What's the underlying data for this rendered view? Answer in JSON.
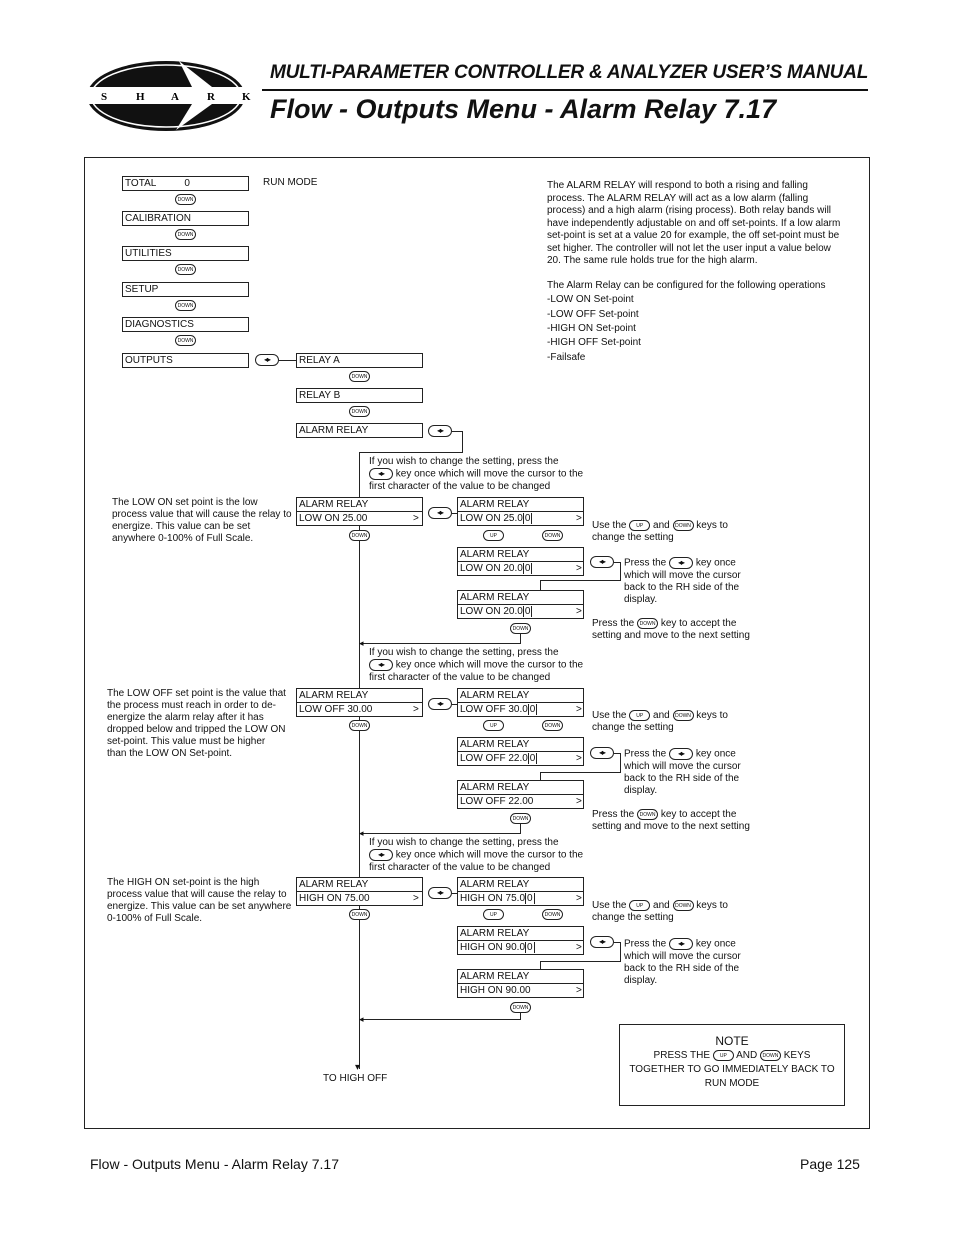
{
  "header": {
    "manual_title": "MULTI-PARAMETER CONTROLLER & ANALYZER USER’S MANUAL",
    "page_title": "Flow - Outputs Menu - Alarm Relay 7.17",
    "logo_letters": [
      "S",
      "H",
      "A",
      "R",
      "K"
    ]
  },
  "menu": {
    "total": "TOTAL",
    "total_value": "0",
    "run_mode": "RUN MODE",
    "items": [
      "CALIBRATION",
      "UTILITIES",
      "SETUP",
      "DIAGNOSTICS",
      "OUTPUTS"
    ],
    "relays": [
      "RELAY A",
      "RELAY B",
      "ALARM RELAY"
    ]
  },
  "keys": {
    "down": "DOWN",
    "up": "UP",
    "arrows": "◂▸"
  },
  "description": "The ALARM RELAY will respond to both a rising and falling process. The ALARM RELAY will act as a low alarm (falling process) and a high alarm (rising process). Both relay bands will have independently adjustable on and off set-points.  If a low alarm set-point is set at a value 20 for example, the off set-point must be set higher. The controller will not let the user input a value below 20. The same rule holds true for the high alarm.",
  "config_intro": "The Alarm Relay can be configured for the following operations",
  "config_list": [
    "-LOW ON Set-point",
    "-LOW OFF Set-point",
    "-HIGH ON Set-point",
    "-HIGH OFF Set-point",
    "-Failsafe"
  ],
  "change_hint": "If you wish to change the setting, press the",
  "change_hint_2": "key once which will move the cursor to the first character of the value to be changed",
  "use_keys_1": "Use the",
  "use_keys_and": "and",
  "use_keys_2": "keys to change the setting",
  "press_the": "Press the",
  "press_key_once": "key once which will move the cursor back to the RH side of the display.",
  "press_accept": "key to accept the setting and move to the next setting",
  "sections": [
    {
      "side_text": "The LOW ON set point is the low process value that will cause the relay to energize. This value can be set anywhere 0-100% of Full Scale.",
      "title": "ALARM RELAY",
      "left": "LOW    ON     25.00",
      "r1": "LOW    ON     25.0",
      "r2": "LOW    ON     20.0",
      "r3": "LOW    ON     20.0",
      "cursor": "0"
    },
    {
      "side_text": "The LOW OFF set point is the value that the process must reach in order to de-energize the alarm relay after it has dropped below and tripped the LOW ON set-point. This value must be higher than the LOW ON Set-point.",
      "title": "ALARM RELAY",
      "left": "LOW    OFF   30.00",
      "r1": "LOW    OFF   30.0",
      "r2": "LOW    OFF   22.0",
      "r3": "LOW    OFF    22.00",
      "cursor": "0"
    },
    {
      "side_text": "The HIGH ON set-point is the high process value that will cause the relay to energize. This value can be set anywhere 0-100% of Full Scale.",
      "title": "ALARM RELAY",
      "left": "HIGH    ON     75.00",
      "r1": "HIGH    ON     75.0",
      "r2": "HIGH    ON     90.0",
      "r3": "HIGH    ON     90.00",
      "cursor": "0"
    }
  ],
  "caret": ">",
  "to_high_off": "TO HIGH OFF",
  "note": {
    "title": "NOTE",
    "press": "PRESS THE",
    "and": "AND",
    "keys": "KEYS",
    "rest": "TOGETHER TO GO IMMEDIATELY BACK TO RUN MODE"
  },
  "footer": {
    "left": "Flow - Outputs Menu - Alarm Relay 7.17",
    "right": "Page 125"
  }
}
